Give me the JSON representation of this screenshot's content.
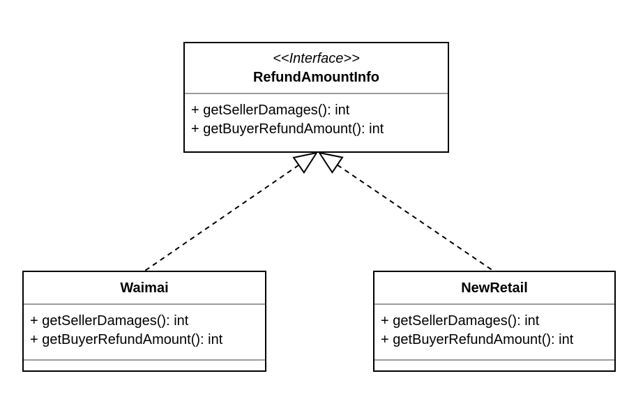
{
  "diagram": {
    "type": "uml-class-diagram",
    "interface": {
      "stereotype": "<<Interface>>",
      "name": "RefundAmountInfo",
      "methods": [
        "+ getSellerDamages(): int",
        "+ getBuyerRefundAmount(): int"
      ]
    },
    "classes": [
      {
        "name": "Waimai",
        "methods": [
          "+ getSellerDamages(): int",
          "+ getBuyerRefundAmount(): int"
        ]
      },
      {
        "name": "NewRetail",
        "methods": [
          "+ getSellerDamages(): int",
          "+ getBuyerRefundAmount(): int"
        ]
      }
    ],
    "relations": [
      {
        "type": "realization",
        "from": "Waimai",
        "to": "RefundAmountInfo",
        "style": "dashed-hollow-triangle"
      },
      {
        "type": "realization",
        "from": "NewRetail",
        "to": "RefundAmountInfo",
        "style": "dashed-hollow-triangle"
      }
    ],
    "colors": {
      "border": "#000000",
      "separator": "#9b9b9b",
      "background": "#ffffff",
      "text": "#000000"
    }
  }
}
